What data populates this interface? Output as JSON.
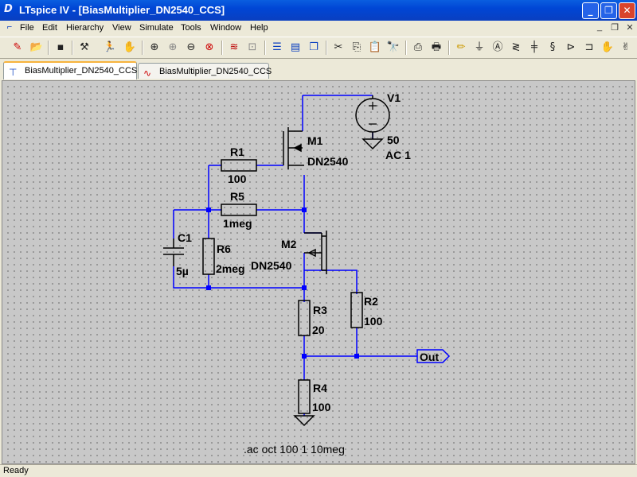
{
  "window": {
    "title": "LTspice IV - [BiasMultiplier_DN2540_CCS]"
  },
  "menu": [
    "File",
    "Edit",
    "Hierarchy",
    "View",
    "Simulate",
    "Tools",
    "Window",
    "Help"
  ],
  "toolbar_icons": [
    "new-schematic",
    "open",
    "save",
    "control-panel",
    "run",
    "halt",
    "zoom-in",
    "zoom-pan",
    "zoom-out",
    "zoom-cancel",
    "autorange",
    "fit-page",
    "tile-horiz",
    "tile-vert",
    "cascade",
    "cut",
    "copy",
    "paste",
    "find",
    "print-setup",
    "print",
    "draw-wire",
    "ground",
    "label-net",
    "resistor",
    "capacitor",
    "inductor",
    "diode",
    "component",
    "move",
    "drag"
  ],
  "tabs": [
    {
      "label": "BiasMultiplier_DN2540_CCS",
      "kind": "schematic"
    },
    {
      "label": "BiasMultiplier_DN2540_CCS",
      "kind": "waveform"
    }
  ],
  "schematic": {
    "wire_color": "#0000ff",
    "components": {
      "V1": {
        "name": "V1",
        "value": "50",
        "ac": "AC 1"
      },
      "M1": {
        "name": "M1",
        "model": "DN2540"
      },
      "M2": {
        "name": "M2",
        "model": "DN2540"
      },
      "R1": {
        "name": "R1",
        "value": "100"
      },
      "R2": {
        "name": "R2",
        "value": "100"
      },
      "R3": {
        "name": "R3",
        "value": "20"
      },
      "R4": {
        "name": "R4",
        "value": "100"
      },
      "R5": {
        "name": "R5",
        "value": "1meg"
      },
      "R6": {
        "name": "R6",
        "value": "2meg"
      },
      "C1": {
        "name": "C1",
        "value": "5µ"
      }
    },
    "net_label": "Out",
    "directive": ".ac oct 100 1 10meg"
  },
  "status": "Ready"
}
